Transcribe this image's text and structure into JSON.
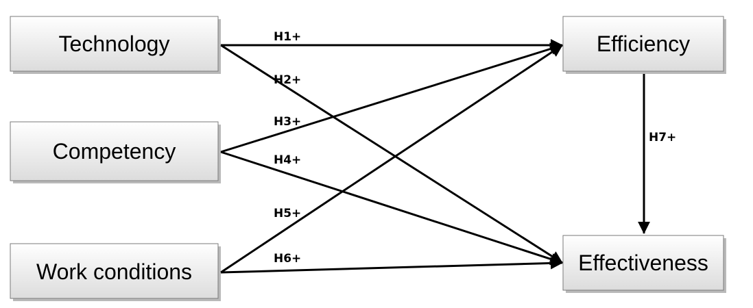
{
  "nodes": {
    "technology": "Technology",
    "competency": "Competency",
    "work_conditions": "Work conditions",
    "efficiency": "Efficiency",
    "effectiveness": "Effectiveness"
  },
  "hypotheses": {
    "h1": "H1+",
    "h2": "H2+",
    "h3": "H3+",
    "h4": "H4+",
    "h5": "H5+",
    "h6": "H6+",
    "h7": "H7+"
  },
  "colors": {
    "box_gradient_top": "#ffffff",
    "box_gradient_bottom": "#dcdcdc",
    "box_border": "#7a7a7a",
    "box_shadow": "#7f7f7f",
    "line": "#000000",
    "text": "#000000"
  }
}
